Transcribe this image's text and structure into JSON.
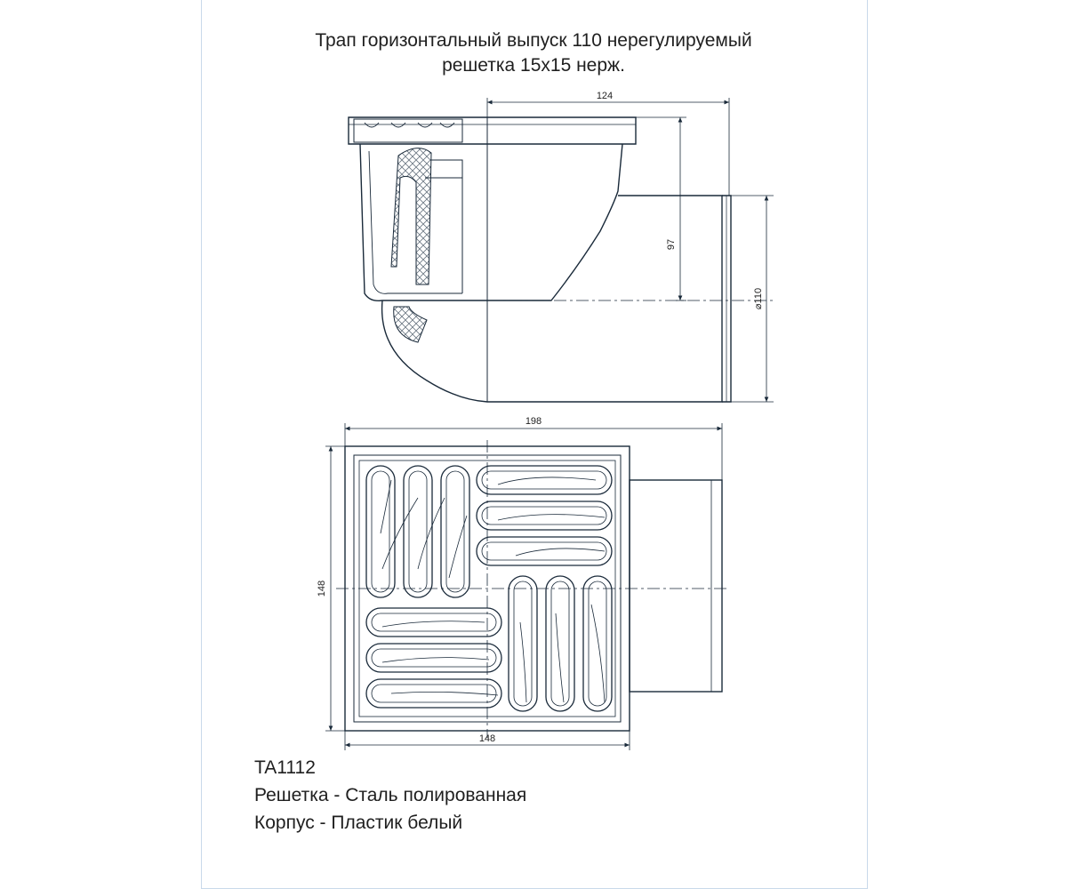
{
  "title": {
    "line1": "Трап горизонтальный выпуск 110 нерегулируемый",
    "line2": "решетка 15х15 нерж."
  },
  "dimensions": {
    "side_width": "124",
    "side_height": "97",
    "outlet_diameter": "⌀110",
    "top_overall": "198",
    "top_height": "148",
    "top_width": "148"
  },
  "spec": {
    "model": "TA1112",
    "grate": "Решетка - Сталь полированная",
    "body": "Корпус - Пластик белый"
  },
  "colors": {
    "line": "#1a2a3a",
    "hatch": "#6a7682",
    "border": "#c9d9ea"
  }
}
